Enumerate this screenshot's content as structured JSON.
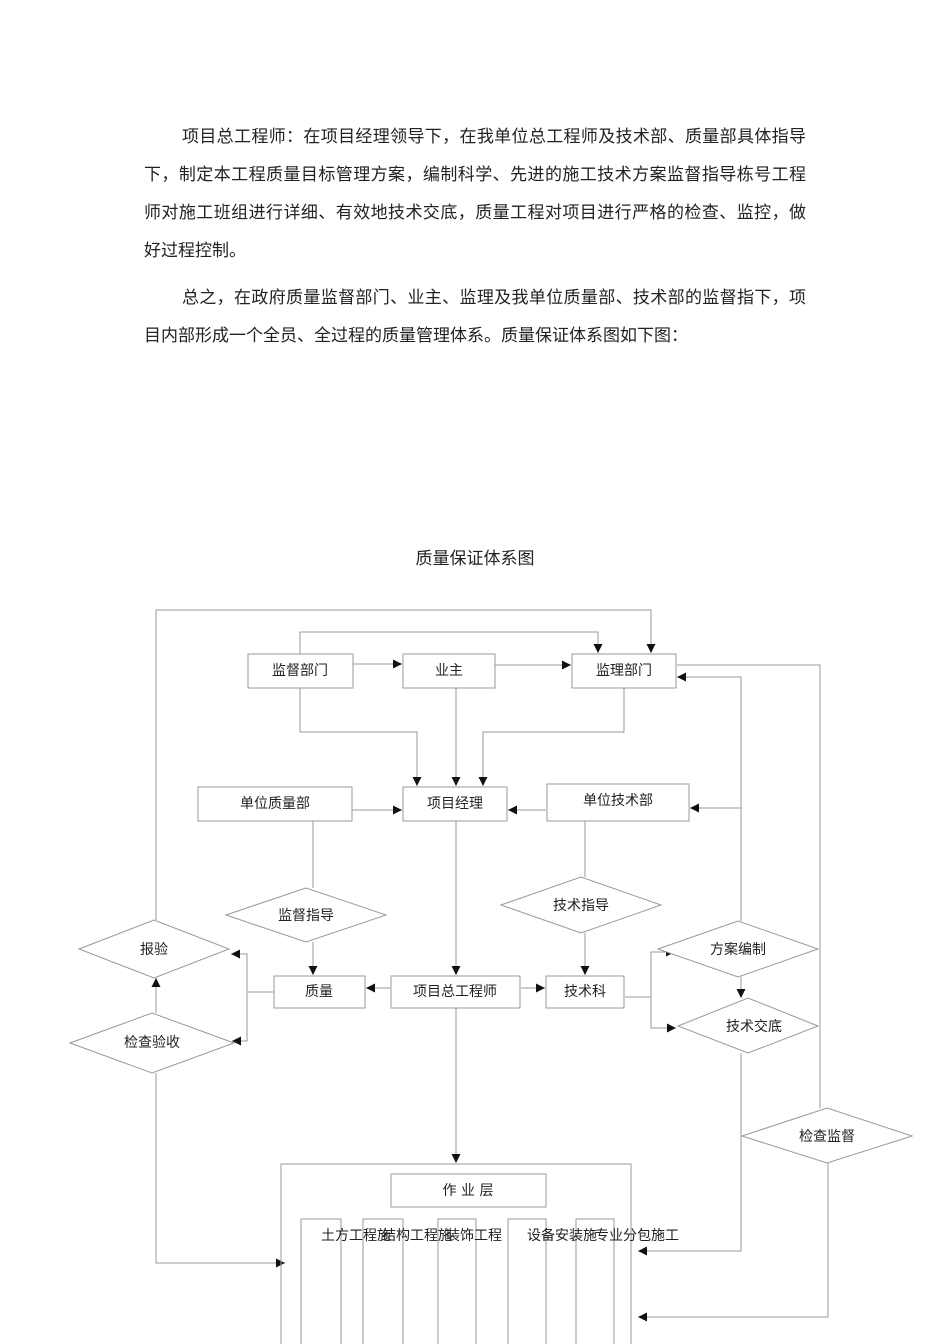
{
  "paragraphs": [
    "项目总工程师：在项目经理领导下，在我单位总工程师及技术部、质量部具体指导下，制定本工程质量目标管理方案，编制科学、先进的施工技术方案监督指导栋号工程师对施工班组进行详细、有效地技术交底，质量工程对项目进行严格的检查、监控，做好过程控制。",
    "总之，在政府质量监督部门、业主、监理及我单位质量部、技术部的监督指下，项目内部形成一个全员、全过程的质量管理体系。质量保证体系图如下图："
  ],
  "diagram": {
    "title": "质量保证体系图",
    "boxes": {
      "supervision_dept": "监督部门",
      "owner": "业主",
      "supervisor_dept": "监理部门",
      "unit_quality": "单位质量部",
      "project_manager": "项目经理",
      "unit_tech": "单位技术部",
      "quality": "质量",
      "chief_engineer": "项目总工程师",
      "tech_section": "技术科",
      "work_layer": "作 业 层"
    },
    "diamonds": {
      "supervise_guide": "监督指导",
      "tech_guide": "技术指导",
      "report_inspection": "报验",
      "check_acceptance": "检查验收",
      "plan_preparation": "方案编制",
      "tech_disclosure": "技术交底",
      "check_supervise": "检查监督"
    },
    "work_items": [
      "土方工程施",
      "结构工程施",
      "装饰工程",
      "设备安装施",
      "专业分包施工"
    ]
  }
}
